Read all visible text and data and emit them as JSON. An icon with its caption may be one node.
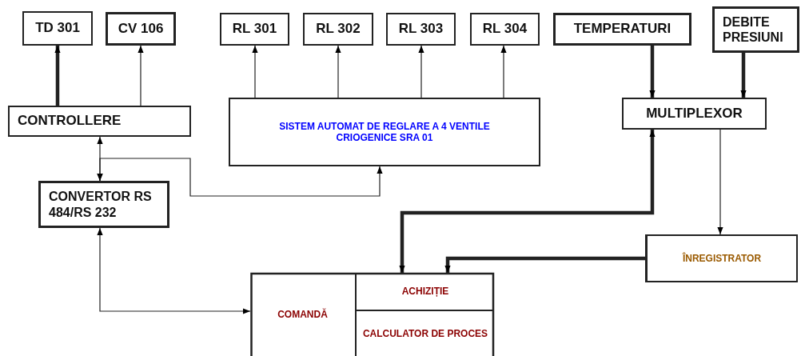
{
  "diagram": {
    "nodes": [
      {
        "text": [
          "TD 301"
        ]
      },
      {
        "text": [
          "CV 106"
        ]
      },
      {
        "text": [
          "RL 301"
        ]
      },
      {
        "text": [
          "RL 302"
        ]
      },
      {
        "text": [
          "RL 303"
        ]
      },
      {
        "text": [
          "RL 304"
        ]
      },
      {
        "text": [
          "TEMPERATURI"
        ]
      },
      {
        "text": [
          "DEBITE PRESIUNI"
        ]
      },
      {
        "text": [
          "CONTROLLERE"
        ]
      },
      {
        "text": [
          "SISTEM AUTOMAT DE REGLARE A 4 VENTILE CRIOGENICE SRA 01"
        ]
      },
      {
        "text": [
          "MULTIPLEXOR"
        ]
      },
      {
        "text": [
          "CONVERTOR RS 484/RS 232"
        ]
      },
      {
        "text": [
          "ÎNREGISTRATOR"
        ]
      },
      {
        "text": [],
        "shape": "box"
      },
      {
        "text": [
          "COMANDĂ"
        ],
        "in": 13
      },
      {
        "text": [
          "ACHIZIȚIE"
        ],
        "in": 13
      },
      {
        "text": [
          "CALCULATOR DE PROCES"
        ],
        "in": 13
      }
    ],
    "edges": [
      {
        "from": 8,
        "to": 0,
        "arrow": "to",
        "style": "thick"
      },
      {
        "from": 8,
        "to": 1,
        "arrow": "to"
      },
      {
        "from": 9,
        "to": 2,
        "arrow": "to"
      },
      {
        "from": 9,
        "to": 3,
        "arrow": "to"
      },
      {
        "from": 9,
        "to": 4,
        "arrow": "to"
      },
      {
        "from": 9,
        "to": 5,
        "arrow": "to"
      },
      {
        "from": 6,
        "to": 10,
        "arrow": "to",
        "style": "thick"
      },
      {
        "from": 7,
        "to": 10,
        "arrow": "to",
        "style": "thick"
      },
      {
        "from": 11,
        "to": 8,
        "arrow": "both"
      },
      {
        "from": 11,
        "to": 9,
        "arrow": "both"
      },
      {
        "from": 11,
        "to": 14,
        "arrow": "both"
      },
      {
        "from": 15,
        "to": 10,
        "arrow": "both",
        "style": "thick"
      },
      {
        "from": 12,
        "to": 15,
        "arrow": "to",
        "style": "thick"
      },
      {
        "from": 10,
        "to": 12,
        "arrow": "to"
      }
    ]
  }
}
